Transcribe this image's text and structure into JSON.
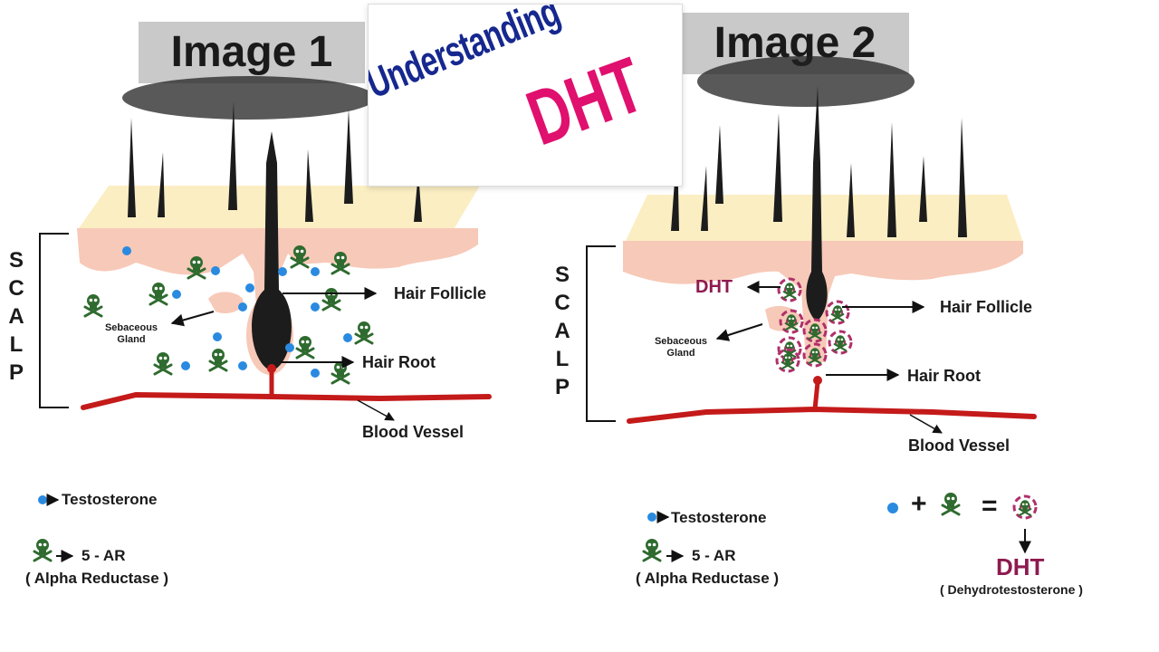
{
  "overlay": {
    "line1": "Understanding",
    "line2": "DHT"
  },
  "panel1": {
    "title": "Image 1",
    "scalp": [
      "S",
      "C",
      "A",
      "L",
      "P"
    ],
    "labels": {
      "hair_follicle": "Hair Follicle",
      "sebaceous_gland": "Sebaceous Gland",
      "hair_root": "Hair Root",
      "blood_vessel": "Blood Vessel"
    },
    "legend": {
      "testosterone": "Testosterone",
      "enzyme": "5 - AR",
      "enzyme_full": "( Alpha Reductase )"
    }
  },
  "panel2": {
    "title": "Image 2",
    "scalp": [
      "S",
      "C",
      "A",
      "L",
      "P"
    ],
    "labels": {
      "dht": "DHT",
      "hair_follicle": "Hair Follicle",
      "sebaceous_gland": "Sebaceous Gland",
      "hair_root": "Hair Root",
      "blood_vessel": "Blood Vessel"
    },
    "legend": {
      "testosterone": "Testosterone",
      "enzyme": "5 - AR",
      "enzyme_full": "( Alpha Reductase )"
    },
    "equation": {
      "plus": "+",
      "equals": "=",
      "result": "DHT",
      "result_full": "( Dehydrotestosterone )"
    }
  },
  "colors": {
    "testosterone": "#2a8ae0",
    "enzyme": "#2f6b2f",
    "dht_marker": "#b0306a",
    "skin_top": "#fbeec3",
    "skin_lower": "#f7c9b8",
    "blood_vessel": "#c41a1a",
    "hair": "#1c1c1c",
    "title_bg": "#c9c9c9"
  }
}
